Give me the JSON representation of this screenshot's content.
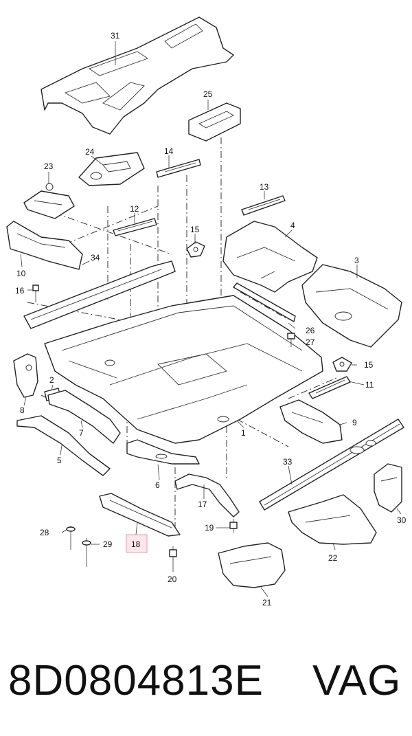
{
  "callouts": {
    "c1": "1",
    "c2": "2",
    "c3": "3",
    "c4": "4",
    "c5": "5",
    "c6": "6",
    "c7": "7",
    "c8": "8",
    "c9": "9",
    "c10": "10",
    "c11": "11",
    "c12": "12",
    "c13": "13",
    "c14": "14",
    "c15a": "15",
    "c15b": "15",
    "c16": "16",
    "c17": "17",
    "c18": "18",
    "c19": "19",
    "c20": "20",
    "c21": "21",
    "c22": "22",
    "c23": "23",
    "c24": "24",
    "c25": "25",
    "c26": "26",
    "c27": "27",
    "c28": "28",
    "c29": "29",
    "c30": "30",
    "c31": "31",
    "c33": "33",
    "c34": "34"
  },
  "highlighted_callout": "18",
  "footer": {
    "part_number": "8D0804813E",
    "brand": "VAG"
  },
  "colors": {
    "highlight_fill": "#fbe6ea",
    "highlight_stroke": "#d9a1ad",
    "line": "#222222"
  }
}
